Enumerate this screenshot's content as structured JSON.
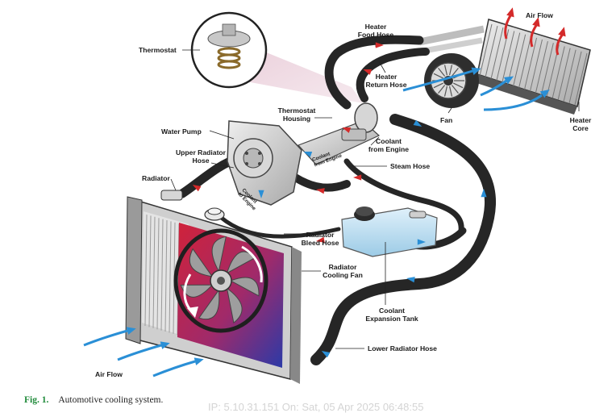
{
  "labels": {
    "thermostat": "Thermostat",
    "heater_food_hose": "Heater\nFood Hose",
    "air_flow_top": "Air Flow",
    "heater_return_hose": "Heater\nReturn Hose",
    "thermostat_housing": "Thermostat\nHousing",
    "fan": "Fan",
    "heater_core": "Heater\nCore",
    "water_pump": "Water Pump",
    "coolant_from_engine": "Coolant\nfrom Engine",
    "upper_radiator_hose": "Upper Radiator\nHose",
    "steam_hose": "Steam Hose",
    "radiator": "Radiator",
    "radiator_bleed_hose": "Radiator\nBleed Hose",
    "radiator_cooling_fan": "Radiator\nCooling Fan",
    "coolant_expansion_tank": "Coolant\nExpansion Tank",
    "lower_radiator_hose": "Lower Radiator Hose",
    "air_flow_bottom": "Air Flow",
    "inline_coolant_from_engine": "Coolant\nfrom Engine",
    "inline_coolant_to_engine": "Coolant\nto Engine"
  },
  "caption": {
    "fig": "Fig. 1.",
    "text": "Automotive cooling system."
  },
  "watermark": "IP: 5.10.31.151 On: Sat, 05 Apr 2025 06:48:55",
  "colors": {
    "hose": "#262626",
    "hot_arrow": "#d42a2a",
    "cold_arrow": "#2a8fd6",
    "radiator_hot": "#d0223a",
    "radiator_cold": "#2a3aa8",
    "metal": "#c9c9c9",
    "tank": "#bfe0f2",
    "caption_fig": "#1f8a3a"
  }
}
